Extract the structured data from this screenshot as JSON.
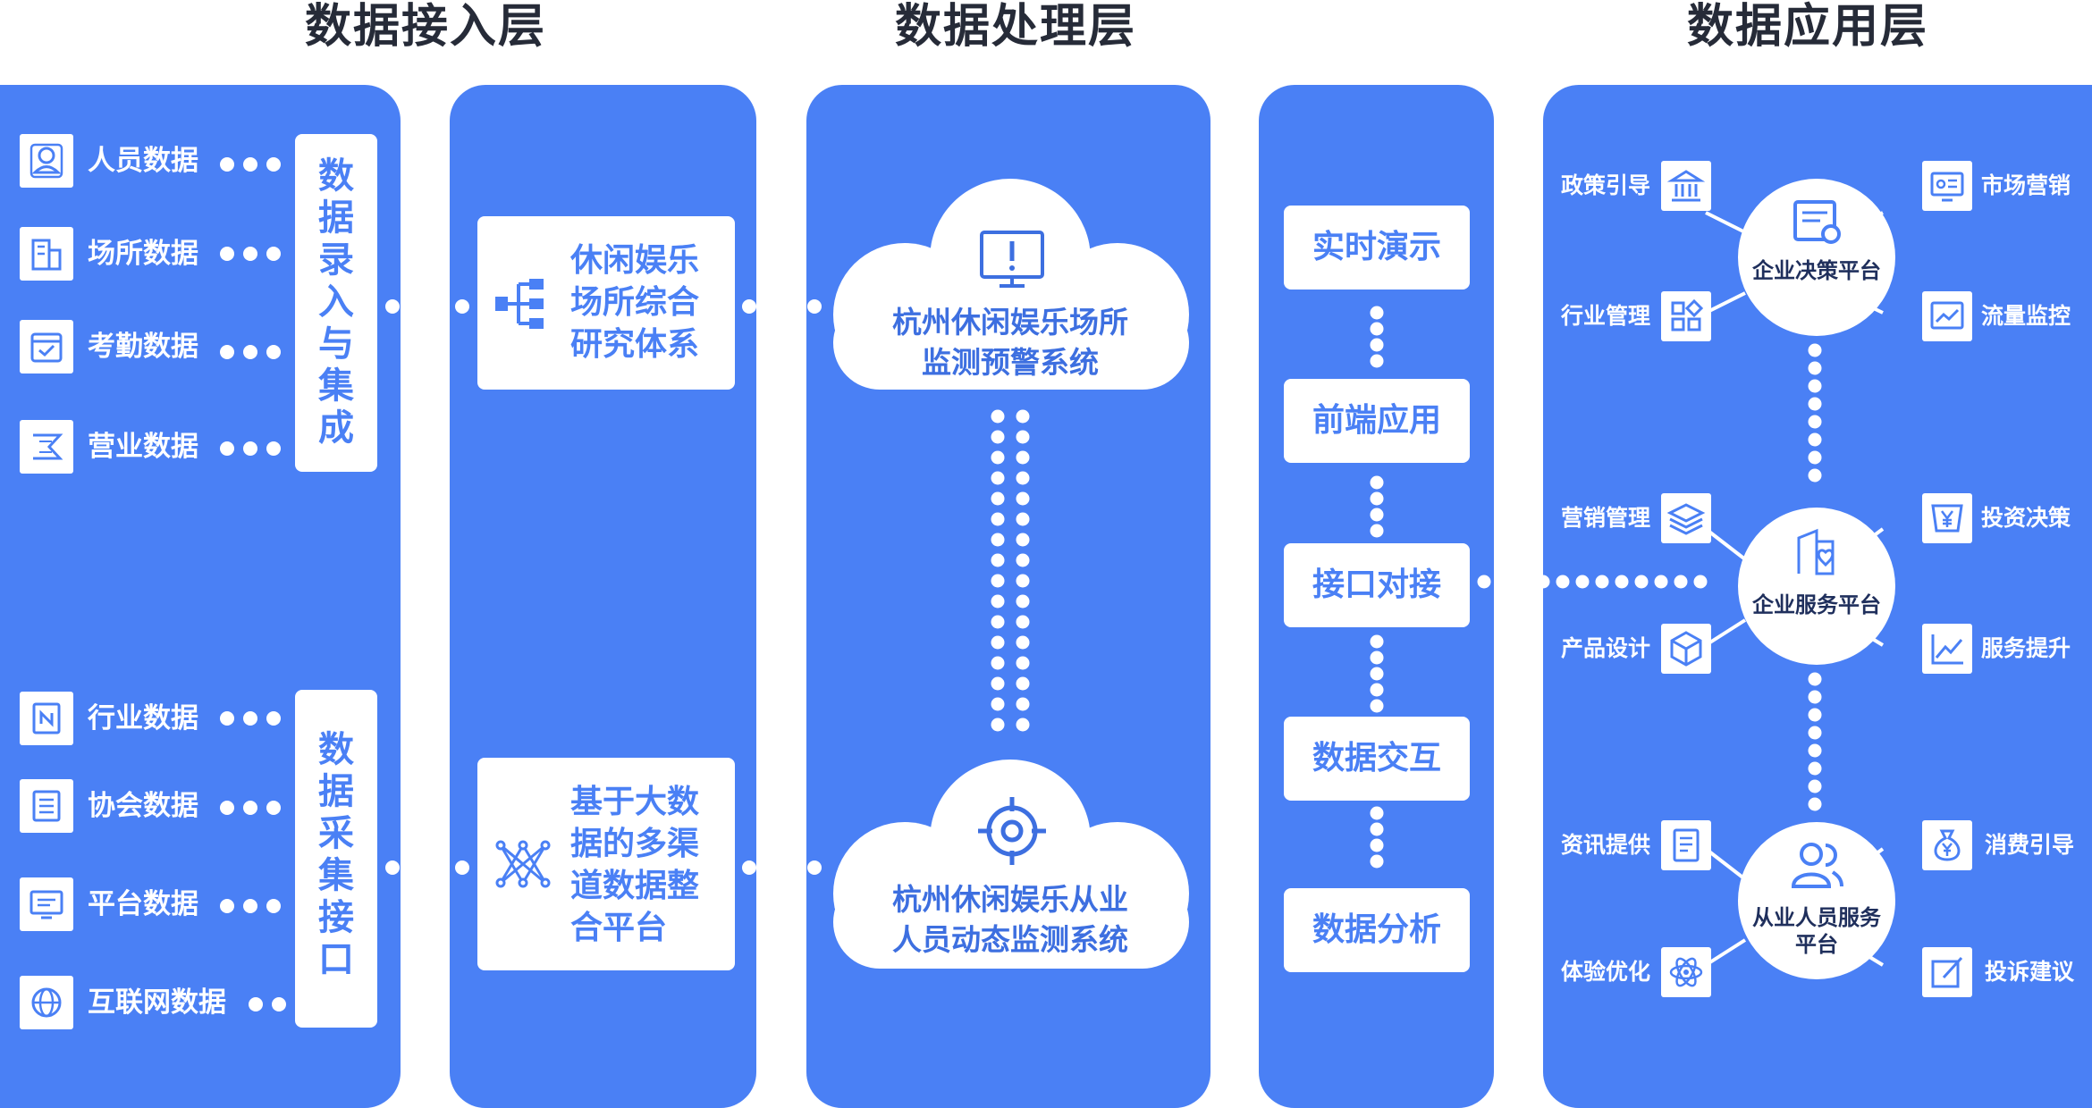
{
  "titles": {
    "access": "数据接入层",
    "process": "数据处理层",
    "app": "数据应用层"
  },
  "access": {
    "input_sources": [
      {
        "label": "人员数据",
        "icon": "person-icon"
      },
      {
        "label": "场所数据",
        "icon": "building-icon"
      },
      {
        "label": "考勤数据",
        "icon": "calendar-check-icon"
      },
      {
        "label": "营业数据",
        "icon": "funnel-icon"
      }
    ],
    "input_box_label": "数据录入与集成",
    "collect_sources": [
      {
        "label": "行业数据",
        "icon": "document-n-icon"
      },
      {
        "label": "协会数据",
        "icon": "newspaper-icon"
      },
      {
        "label": "平台数据",
        "icon": "monitor-icon"
      },
      {
        "label": "互联网数据",
        "icon": "globe-icon"
      }
    ],
    "collect_box_label": "数据采集接口"
  },
  "process": {
    "research_system": "休闲娱乐\n场所综合\n研究体系",
    "integration_platform": "基于大数\n据的多渠\n道数据整\n合平台",
    "venue_monitor": "杭州休闲娱乐场所\n监测预警系统",
    "staff_monitor": "杭州休闲娱乐从业\n人员动态监测系统"
  },
  "steps": [
    "实时演示",
    "前端应用",
    "接口对接",
    "数据交互",
    "数据分析"
  ],
  "app": {
    "hubs": [
      {
        "label": "企业决策平台",
        "icon": "certificate-icon"
      },
      {
        "label": "企业服务平台",
        "icon": "service-heart-icon"
      },
      {
        "label": "从业人员服务\n平台",
        "icon": "users-icon"
      }
    ],
    "satellites": [
      {
        "label": "政策引导",
        "icon": "bank-icon"
      },
      {
        "label": "行业管理",
        "icon": "grid-icon"
      },
      {
        "label": "市场营销",
        "icon": "screen-icon"
      },
      {
        "label": "流量监控",
        "icon": "trend-icon"
      },
      {
        "label": "营销管理",
        "icon": "layers-icon"
      },
      {
        "label": "产品设计",
        "icon": "cube-icon"
      },
      {
        "label": "投资决策",
        "icon": "yen-icon"
      },
      {
        "label": "服务提升",
        "icon": "chart-icon"
      },
      {
        "label": "资讯提供",
        "icon": "doc-icon"
      },
      {
        "label": "体验优化",
        "icon": "atom-icon"
      },
      {
        "label": "消费引导",
        "icon": "money-bag-icon"
      },
      {
        "label": "投诉建议",
        "icon": "edit-icon"
      }
    ]
  }
}
